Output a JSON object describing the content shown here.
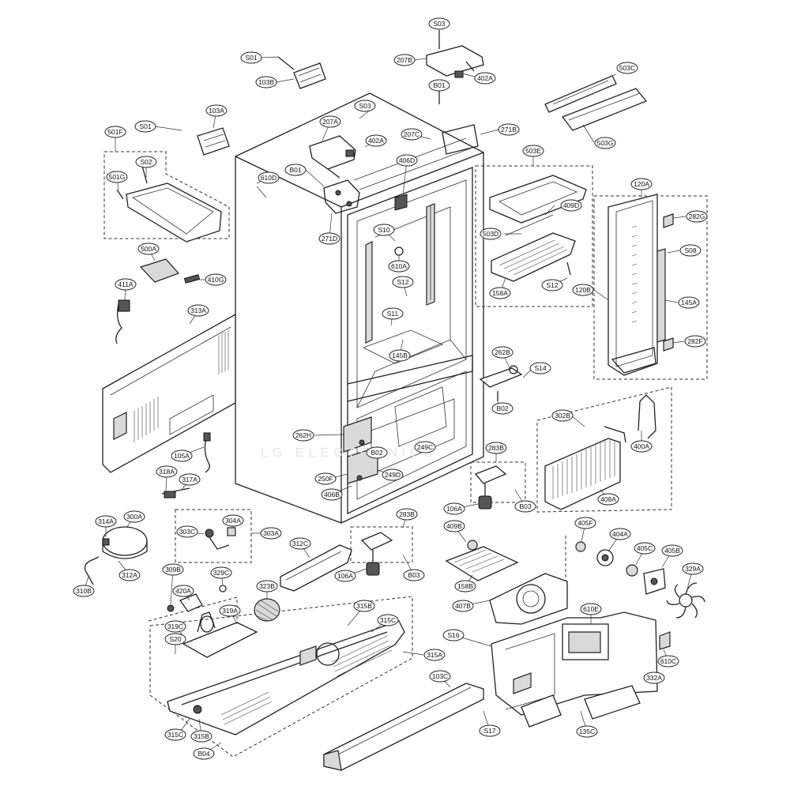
{
  "labels": {
    "S03_top": "S03",
    "207B": "207B",
    "402A_top": "402A",
    "S01_top": "S01",
    "103B": "103B",
    "B01_top": "B01",
    "503C": "503C",
    "503G": "503G",
    "S03_mid": "S03",
    "103A": "103A",
    "S01_left": "S01",
    "207A": "207A",
    "402A_mid": "402A",
    "207C": "207C",
    "271B": "271B",
    "501F": "501F",
    "S02": "S02",
    "501G": "501G",
    "406D": "406D",
    "610D": "610D",
    "B01_mid": "B01",
    "271D": "271D",
    "503E": "503E",
    "409D": "409D",
    "503D": "503D",
    "158A": "158A",
    "S12_right": "S12",
    "120A": "120A",
    "282G": "282G",
    "S08": "S08",
    "120B": "120B",
    "145A": "145A",
    "282F": "282F",
    "S10": "S10",
    "610A": "610A",
    "S12_mid": "S12",
    "S11": "S11",
    "145B": "145B",
    "500A": "500A",
    "411A": "411A",
    "410G": "410G",
    "313A": "313A",
    "262B": "262B",
    "S14": "S14",
    "B02_right": "B02",
    "302B": "302B",
    "400A": "400A",
    "408A": "408A",
    "262H": "262H",
    "B02_mid": "B02",
    "249C": "249C",
    "249D": "249D",
    "250F": "250F",
    "406B": "406B",
    "283B_right": "283B",
    "106A_right": "106A",
    "B03_right": "B03",
    "105A": "105A",
    "318A": "318A",
    "317A": "317A",
    "314A": "314A",
    "300A": "300A",
    "312A": "312A",
    "310B": "310B",
    "303C": "303C",
    "304A": "304A",
    "303A": "303A",
    "312C": "312C",
    "283B_mid": "283B",
    "106A_mid": "106A",
    "B03_mid": "B03",
    "409B": "409B",
    "158B": "158B",
    "405F": "405F",
    "404A": "404A",
    "405C": "405C",
    "405B": "405B",
    "329A": "329A",
    "407B": "407B",
    "309B": "309B",
    "420A": "420A",
    "329C": "329C",
    "323B": "323B",
    "319C": "319C",
    "319A": "319A",
    "S20": "S20",
    "315B_top": "315B",
    "315C_top": "315C",
    "315A": "315A",
    "610E": "610E",
    "S16": "S16",
    "610C": "610C",
    "332A": "332A",
    "103C": "103C",
    "S17": "S17",
    "135C": "135C",
    "315C_bot": "315C",
    "315B_bot": "315B",
    "B04": "B04"
  },
  "watermark": "LG ELECTRONICS",
  "colors": {
    "line": "#222222",
    "paper": "#ffffff",
    "shade": "#d9d9d9"
  }
}
